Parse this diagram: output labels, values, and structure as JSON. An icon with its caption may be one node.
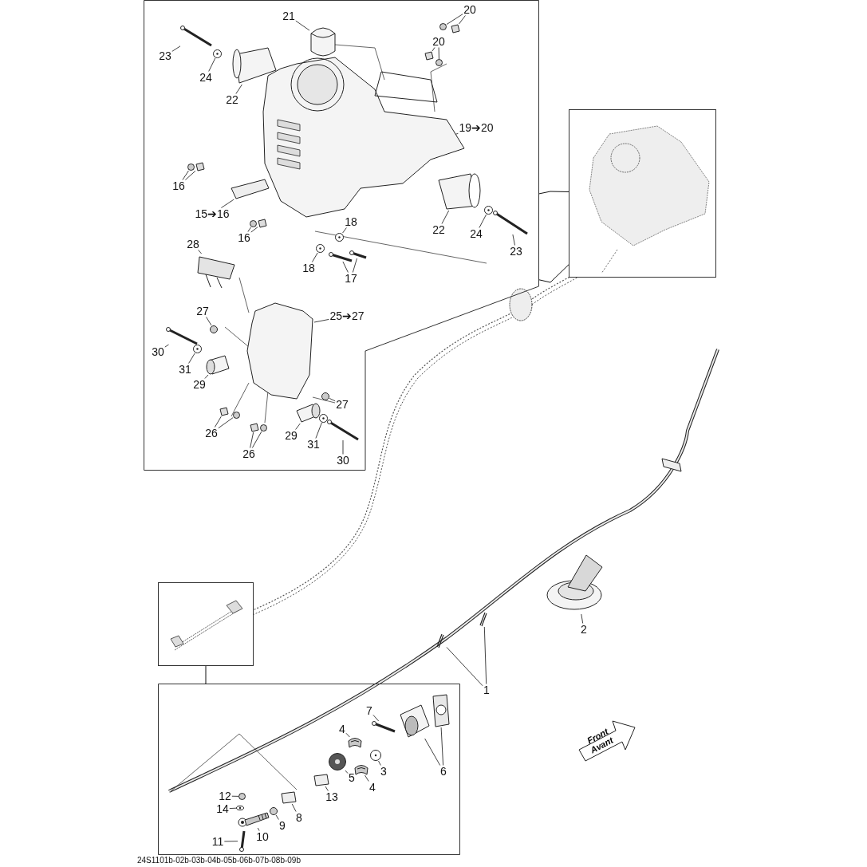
{
  "diagram": {
    "nodes": [
      {
        "text": [],
        "shape": "box"
      },
      {
        "text": [],
        "shape": "picture"
      },
      {
        "text": [],
        "shape": "picture"
      },
      {
        "text": [],
        "shape": "box"
      },
      {
        "text": [
          "Front",
          "Avant"
        ]
      },
      {
        "text": [
          "21"
        ],
        "in": 0
      },
      {
        "text": [
          "20"
        ],
        "in": 0
      },
      {
        "text": [
          "20"
        ],
        "in": 0
      },
      {
        "text": [
          "23"
        ],
        "in": 0
      },
      {
        "text": [
          "24"
        ],
        "in": 0
      },
      {
        "text": [
          "22"
        ],
        "in": 0
      },
      {
        "text": [
          "19➔20"
        ],
        "in": 0
      },
      {
        "text": [
          "16"
        ],
        "in": 0
      },
      {
        "text": [
          "15➔16"
        ],
        "in": 0
      },
      {
        "text": [
          "16"
        ],
        "in": 0
      },
      {
        "text": [
          "22"
        ],
        "in": 0
      },
      {
        "text": [
          "24"
        ],
        "in": 0
      },
      {
        "text": [
          "23"
        ],
        "in": 0
      },
      {
        "text": [
          "18"
        ],
        "in": 0
      },
      {
        "text": [
          "18"
        ],
        "in": 0
      },
      {
        "text": [
          "17"
        ],
        "in": 0
      },
      {
        "text": [
          "28"
        ],
        "in": 0
      },
      {
        "text": [
          "25➔27"
        ],
        "in": 0
      },
      {
        "text": [
          "27"
        ],
        "in": 0
      },
      {
        "text": [
          "30"
        ],
        "in": 0
      },
      {
        "text": [
          "31"
        ],
        "in": 0
      },
      {
        "text": [
          "29"
        ],
        "in": 0
      },
      {
        "text": [
          "27"
        ],
        "in": 0
      },
      {
        "text": [
          "26"
        ],
        "in": 0
      },
      {
        "text": [
          "26"
        ],
        "in": 0
      },
      {
        "text": [
          "29"
        ],
        "in": 0
      },
      {
        "text": [
          "31"
        ],
        "in": 0
      },
      {
        "text": [
          "30"
        ],
        "in": 0
      },
      {
        "text": [
          "7"
        ],
        "in": 3
      },
      {
        "text": [
          "4"
        ],
        "in": 3
      },
      {
        "text": [
          "6"
        ],
        "in": 3
      },
      {
        "text": [
          "3"
        ],
        "in": 3
      },
      {
        "text": [
          "4"
        ],
        "in": 3
      },
      {
        "text": [
          "5"
        ],
        "in": 3
      },
      {
        "text": [
          "13"
        ],
        "in": 3
      },
      {
        "text": [
          "12"
        ],
        "in": 3
      },
      {
        "text": [
          "14"
        ],
        "in": 3
      },
      {
        "text": [
          "8"
        ],
        "in": 3
      },
      {
        "text": [
          "9"
        ],
        "in": 3
      },
      {
        "text": [
          "10"
        ],
        "in": 3
      },
      {
        "text": [
          "11"
        ],
        "in": 3
      },
      {
        "text": [
          "2"
        ]
      },
      {
        "text": [
          "1"
        ]
      },
      {
        "text": [],
        "shape": "picture",
        "in": 0
      },
      {
        "text": [],
        "shape": "circle",
        "in": 0
      },
      {
        "text": [],
        "shape": "box",
        "in": 0
      },
      {
        "text": [],
        "shape": "box",
        "in": 0
      },
      {
        "text": [],
        "shape": "circle",
        "in": 0
      },
      {
        "text": [],
        "shape": "picture",
        "in": 0
      },
      {
        "text": [],
        "shape": "circle",
        "in": 0
      },
      {
        "text": [],
        "shape": "picture",
        "in": 0
      },
      {
        "text": [],
        "shape": "picture",
        "in": 0
      },
      {
        "text": [],
        "shape": "circle",
        "in": 0
      },
      {
        "text": [],
        "shape": "box",
        "in": 0
      },
      {
        "text": [],
        "shape": "picture",
        "in": 0
      },
      {
        "text": [],
        "shape": "circle",
        "in": 0
      },
      {
        "text": [],
        "shape": "box",
        "in": 0
      },
      {
        "text": [],
        "shape": "picture",
        "in": 0
      },
      {
        "text": [],
        "shape": "circle",
        "in": 0
      },
      {
        "text": [],
        "shape": "picture",
        "in": 0
      },
      {
        "text": [],
        "shape": "circle",
        "in": 0
      },
      {
        "text": [],
        "shape": "circle",
        "in": 0
      },
      {
        "text": [],
        "shape": "picture",
        "in": 0
      },
      {
        "text": [],
        "shape": "picture",
        "in": 0
      },
      {
        "text": [],
        "shape": "picture",
        "in": 0
      },
      {
        "text": [],
        "shape": "picture",
        "in": 0
      },
      {
        "text": [],
        "shape": "circle",
        "in": 0
      },
      {
        "text": [],
        "shape": "picture",
        "in": 0
      },
      {
        "text": [],
        "shape": "circle",
        "in": 0
      },
      {
        "text": [],
        "shape": "picture",
        "in": 0
      },
      {
        "text": [],
        "shape": "circle",
        "in": 0
      },
      {
        "text": [],
        "shape": "box",
        "in": 0
      },
      {
        "text": [],
        "shape": "circle",
        "in": 0
      },
      {
        "text": [],
        "shape": "box",
        "in": 0
      },
      {
        "text": [],
        "shape": "circle",
        "in": 0
      },
      {
        "text": [],
        "shape": "picture",
        "in": 0
      },
      {
        "text": [],
        "shape": "circle",
        "in": 0
      },
      {
        "text": [],
        "shape": "picture",
        "in": 0
      },
      {
        "text": [],
        "shape": "picture",
        "in": 3
      },
      {
        "text": [],
        "shape": "picture",
        "in": 3
      },
      {
        "text": [],
        "shape": "picture",
        "in": 3
      },
      {
        "text": [],
        "shape": "picture",
        "in": 3
      },
      {
        "text": [],
        "shape": "circle",
        "in": 3
      },
      {
        "text": [],
        "shape": "picture",
        "in": 3
      },
      {
        "text": [],
        "shape": "circle",
        "in": 3
      },
      {
        "text": [],
        "shape": "box",
        "in": 3
      },
      {
        "text": [],
        "shape": "circle",
        "in": 3
      },
      {
        "text": [],
        "shape": "circle",
        "in": 3
      },
      {
        "text": [],
        "shape": "box",
        "in": 3
      },
      {
        "text": [],
        "shape": "circle",
        "in": 3
      },
      {
        "text": [],
        "shape": "picture",
        "in": 3
      },
      {
        "text": [],
        "shape": "picture",
        "in": 3
      },
      {
        "text": [],
        "shape": "picture"
      },
      {
        "text": [],
        "shape": "picture"
      },
      {
        "text": [],
        "shape": "picture"
      }
    ],
    "edges": [
      {
        "from": 0,
        "to": 1,
        "arrow": "none"
      },
      {
        "from": 0,
        "to": 1,
        "arrow": "none"
      },
      {
        "from": 2,
        "to": 3,
        "arrow": "none"
      },
      {
        "from": 5,
        "to": 48,
        "arrow": "none"
      },
      {
        "from": 6,
        "to": 49,
        "arrow": "none"
      },
      {
        "from": 6,
        "to": 50,
        "arrow": "none"
      },
      {
        "from": 7,
        "to": 51,
        "arrow": "none"
      },
      {
        "from": 7,
        "to": 52,
        "arrow": "none"
      },
      {
        "from": 8,
        "to": 53,
        "arrow": "none"
      },
      {
        "from": 9,
        "to": 54,
        "arrow": "none"
      },
      {
        "from": 10,
        "to": 55,
        "arrow": "none"
      },
      {
        "from": 11,
        "to": 56,
        "arrow": "none"
      },
      {
        "from": 12,
        "to": 57,
        "arrow": "none"
      },
      {
        "from": 12,
        "to": 58,
        "arrow": "none"
      },
      {
        "from": 13,
        "to": 59,
        "arrow": "none"
      },
      {
        "from": 14,
        "to": 60,
        "arrow": "none"
      },
      {
        "from": 14,
        "to": 61,
        "arrow": "none"
      },
      {
        "from": 15,
        "to": 62,
        "arrow": "none"
      },
      {
        "from": 16,
        "to": 63,
        "arrow": "none"
      },
      {
        "from": 17,
        "to": 64,
        "arrow": "none"
      },
      {
        "from": 18,
        "to": 65,
        "arrow": "none"
      },
      {
        "from": 19,
        "to": 66,
        "arrow": "none"
      },
      {
        "from": 20,
        "to": 67,
        "arrow": "none"
      },
      {
        "from": 20,
        "to": 68,
        "arrow": "none"
      },
      {
        "from": 21,
        "to": 69,
        "arrow": "none"
      },
      {
        "from": 22,
        "to": 70,
        "arrow": "none"
      },
      {
        "from": 23,
        "to": 71,
        "arrow": "none"
      },
      {
        "from": 24,
        "to": 72,
        "arrow": "none"
      },
      {
        "from": 25,
        "to": 73,
        "arrow": "none"
      },
      {
        "from": 26,
        "to": 74,
        "arrow": "none"
      },
      {
        "from": 27,
        "to": 75,
        "arrow": "none"
      },
      {
        "from": 28,
        "to": 76,
        "arrow": "none"
      },
      {
        "from": 28,
        "to": 77,
        "arrow": "none"
      },
      {
        "from": 29,
        "to": 78,
        "arrow": "none"
      },
      {
        "from": 29,
        "to": 79,
        "arrow": "none"
      },
      {
        "from": 30,
        "to": 80,
        "arrow": "none"
      },
      {
        "from": 31,
        "to": 81,
        "arrow": "none"
      },
      {
        "from": 32,
        "to": 82,
        "arrow": "none"
      },
      {
        "from": 33,
        "to": 83,
        "arrow": "none"
      },
      {
        "from": 34,
        "to": 84,
        "arrow": "none"
      },
      {
        "from": 35,
        "to": 85,
        "arrow": "none"
      },
      {
        "from": 35,
        "to": 86,
        "arrow": "none"
      },
      {
        "from": 36,
        "to": 87,
        "arrow": "none"
      },
      {
        "from": 37,
        "to": 88,
        "arrow": "none"
      },
      {
        "from": 38,
        "to": 89,
        "arrow": "none"
      },
      {
        "from": 39,
        "to": 90,
        "arrow": "none"
      },
      {
        "from": 40,
        "to": 91,
        "arrow": "none"
      },
      {
        "from": 41,
        "to": 92,
        "arrow": "none"
      },
      {
        "from": 42,
        "to": 93,
        "arrow": "none"
      },
      {
        "from": 43,
        "to": 94,
        "arrow": "none"
      },
      {
        "from": 44,
        "to": 95,
        "arrow": "none"
      },
      {
        "from": 45,
        "to": 96,
        "arrow": "none"
      },
      {
        "from": 46,
        "to": 97,
        "arrow": "none"
      },
      {
        "from": 47,
        "to": 98,
        "arrow": "none"
      },
      {
        "from": 47,
        "to": 99,
        "arrow": "none"
      }
    ],
    "labels": [
      "24S1101b-02b-03b-04b-05b-06b-07b-08b-09b"
    ]
  }
}
